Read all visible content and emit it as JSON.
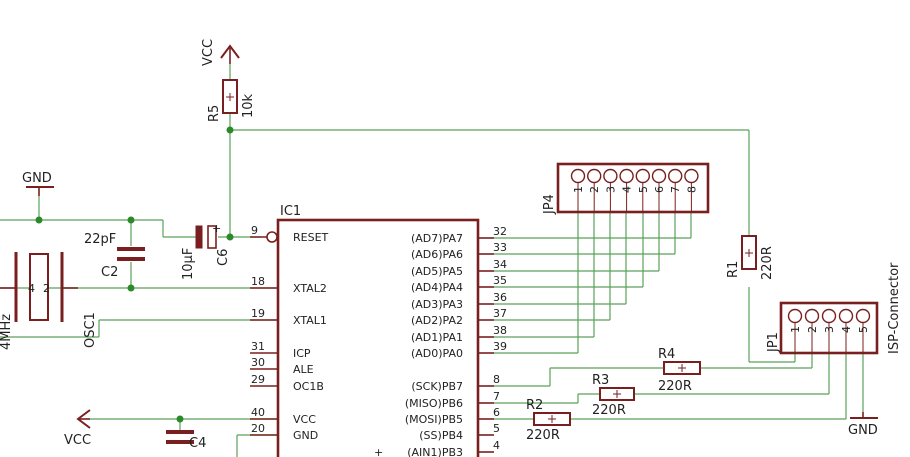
{
  "colors": {
    "wire": "#5aa05a",
    "body": "#7a1f1f",
    "junction": "#2a8a2a",
    "text": "#222222"
  },
  "power": {
    "vcc_top": "VCC",
    "vcc_left": "VCC",
    "gnd_left": "GND",
    "gnd_right": "GND"
  },
  "parts": {
    "r5": {
      "name": "R5",
      "value": "10k"
    },
    "r1": {
      "name": "R1",
      "value": "220R"
    },
    "r2": {
      "name": "R2",
      "value": "220R"
    },
    "r3": {
      "name": "R3",
      "value": "220R"
    },
    "r4": {
      "name": "R4",
      "value": "220R"
    },
    "c2": {
      "name": "C2",
      "value": "22pF"
    },
    "c6": {
      "name": "C6",
      "value": "10µF"
    },
    "c4": {
      "name": "C4"
    },
    "osc1": {
      "name": "OSC1",
      "value": "4MHz"
    },
    "ic1": {
      "name": "IC1"
    },
    "jp4": {
      "name": "JP4"
    },
    "jp1": {
      "name": "JP1",
      "value": "ISP-Connector"
    }
  },
  "ic1_left_pins": [
    {
      "num": "9",
      "label": "RESET"
    },
    {
      "num": "18",
      "label": "XTAL2"
    },
    {
      "num": "19",
      "label": "XTAL1"
    },
    {
      "num": "31",
      "label": "ICP"
    },
    {
      "num": "30",
      "label": "ALE"
    },
    {
      "num": "29",
      "label": "OC1B"
    },
    {
      "num": "40",
      "label": "VCC"
    },
    {
      "num": "20",
      "label": "GND"
    }
  ],
  "ic1_right_pins": [
    {
      "num": "32",
      "label": "(AD7)PA7"
    },
    {
      "num": "33",
      "label": "(AD6)PA6"
    },
    {
      "num": "34",
      "label": "(AD5)PA5"
    },
    {
      "num": "35",
      "label": "(AD4)PA4"
    },
    {
      "num": "36",
      "label": "(AD3)PA3"
    },
    {
      "num": "37",
      "label": "(AD2)PA2"
    },
    {
      "num": "38",
      "label": "(AD1)PA1"
    },
    {
      "num": "39",
      "label": "(AD0)PA0"
    },
    {
      "num": "8",
      "label": "(SCK)PB7"
    },
    {
      "num": "7",
      "label": "(MISO)PB6"
    },
    {
      "num": "6",
      "label": "(MOSI)PB5"
    },
    {
      "num": "5",
      "label": "(SS)PB4"
    },
    {
      "num": "4",
      "label": "(AIN1)PB3"
    }
  ],
  "jp4_pins": [
    "1",
    "2",
    "3",
    "4",
    "5",
    "6",
    "7",
    "8"
  ],
  "jp1_pins": [
    "1",
    "2",
    "3",
    "4",
    "5"
  ],
  "crystal_pins": [
    "4",
    "2"
  ]
}
